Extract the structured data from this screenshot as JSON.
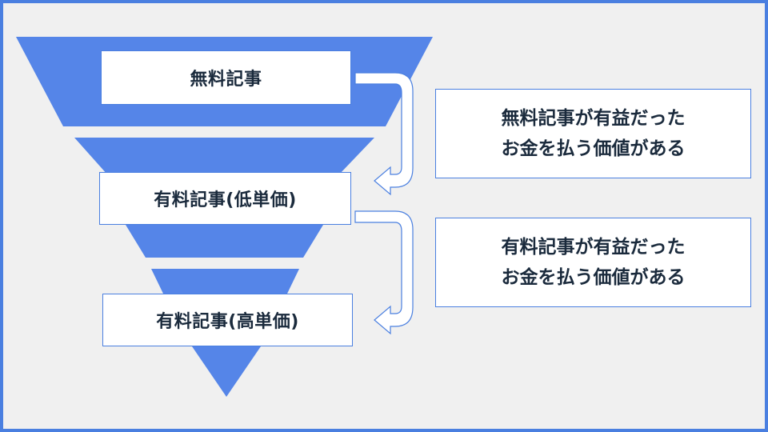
{
  "colors": {
    "frame": "#4a7fe0",
    "funnel": "#5585e8",
    "background": "#f0f0f0",
    "box_fill": "#ffffff",
    "text": "#1a2a3c"
  },
  "stages": [
    {
      "label": "無料記事"
    },
    {
      "label": "有料記事(低単価)"
    },
    {
      "label": "有料記事(高単価)"
    }
  ],
  "notes": [
    {
      "line1": "無料記事が有益だった",
      "line2": "お金を払う価値がある"
    },
    {
      "line1": "有料記事が有益だった",
      "line2": "お金を払う価値がある"
    }
  ],
  "arrows": [
    {
      "from": "無料記事",
      "to": "有料記事(低単価)"
    },
    {
      "from": "有料記事(低単価)",
      "to": "有料記事(高単価)"
    }
  ]
}
